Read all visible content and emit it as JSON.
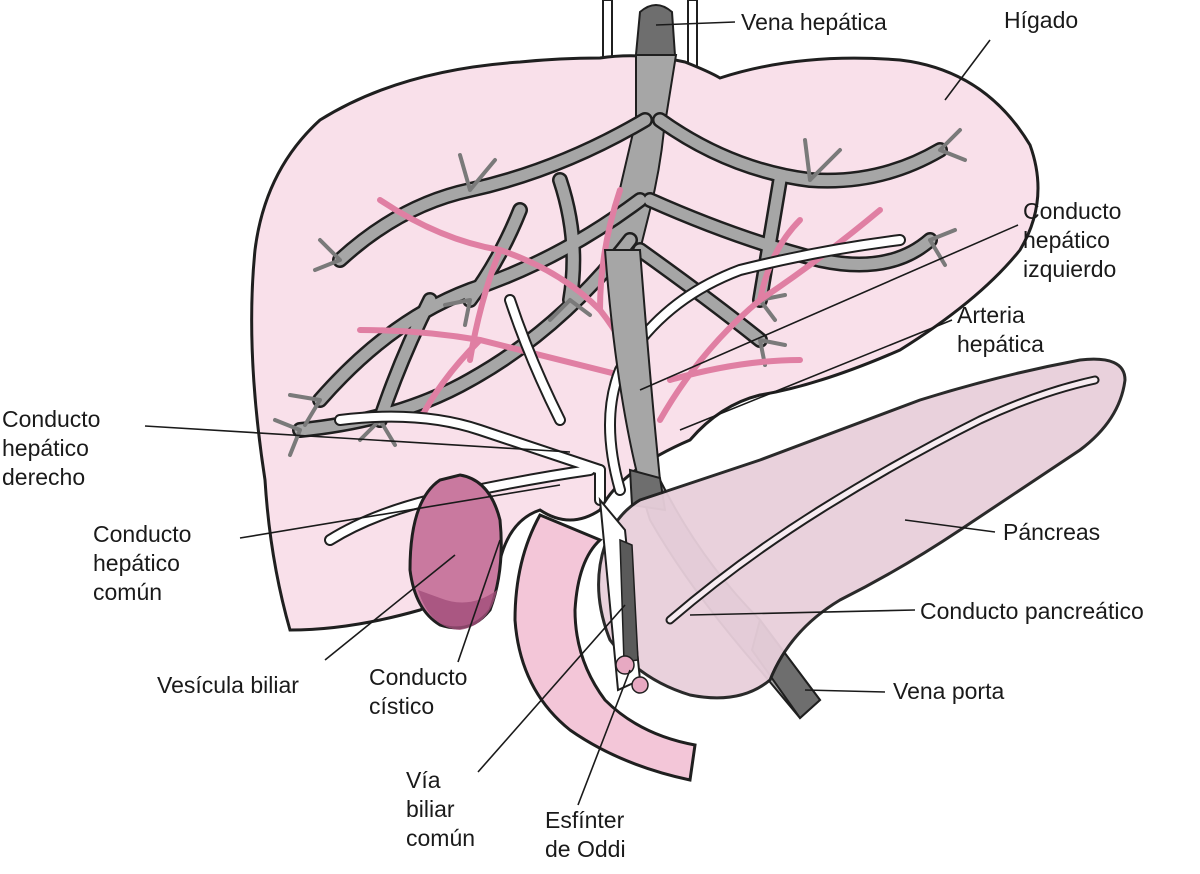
{
  "colors": {
    "liver": "#f9e0ea",
    "outline": "#1f1f1f",
    "vein": "#a6a6a6",
    "vein_dark": "#6e6e6e",
    "artery": "#e07fa3",
    "duct": "#ffffff",
    "gallbladder": "#c9799f",
    "gallbladder_dark": "#a24f7b",
    "pancreas": "#e8cfdb",
    "duodenum": "#f3c6d8",
    "leader": "#1a1a1a"
  },
  "labels": {
    "vena_hepatica": [
      "Vena hepática"
    ],
    "higado": [
      "Hígado"
    ],
    "conducto_hepatico_izquierdo": [
      "Conducto",
      "hepático",
      "izquierdo"
    ],
    "arteria_hepatica": [
      "Arteria",
      "hepática"
    ],
    "conducto_hepatico_derecho": [
      "Conducto",
      "hepático",
      "derecho"
    ],
    "conducto_hepatico_comun": [
      "Conducto",
      "hepático",
      "común"
    ],
    "pancreas": [
      "Páncreas"
    ],
    "conducto_pancreatico": [
      "Conducto pancreático"
    ],
    "vena_porta": [
      "Vena porta"
    ],
    "vesicula_biliar": [
      "Vesícula biliar"
    ],
    "conducto_cistico": [
      "Conducto",
      "cístico"
    ],
    "via_biliar_comun": [
      "Vía",
      "biliar",
      "común"
    ],
    "esfinter_de_oddi": [
      "Esfínter",
      "de Oddi"
    ]
  },
  "icons": {
    "liver": "liver-icon",
    "gallbladder": "gallbladder-icon",
    "pancreas": "pancreas-icon",
    "duodenum": "duodenum-icon"
  }
}
